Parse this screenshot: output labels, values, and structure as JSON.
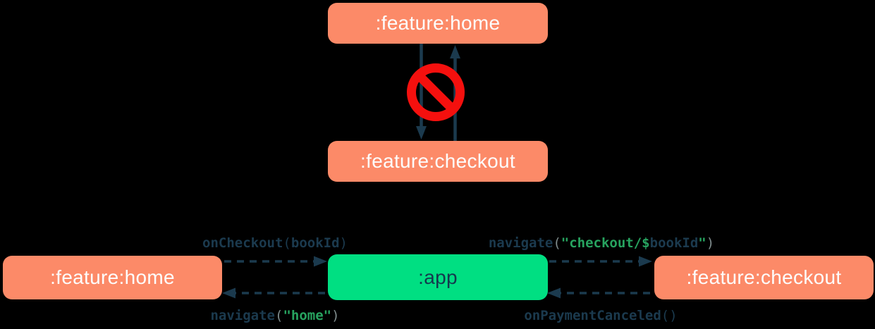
{
  "colors": {
    "background": "#000000",
    "feature_box": "#FC8A68",
    "app_box": "#00DF82",
    "arrow_navy": "#1B3A4E",
    "forbidden_red": "#F5100E",
    "code_navy": "#1B3A4E",
    "code_green": "#27A35F",
    "code_gray": "#7F8C8D",
    "feature_box_text": "#FDFDFD",
    "app_box_text": "#14394E"
  },
  "icons": {
    "forbidden": "no-entry-icon"
  },
  "modules": {
    "top": {
      "home": ":feature:home",
      "checkout": ":feature:checkout"
    },
    "bottom": {
      "home": ":feature:home",
      "app": ":app",
      "checkout": ":feature:checkout"
    }
  },
  "code": {
    "on_checkout": {
      "fn": "onCheckout",
      "open": "(",
      "arg": "bookId",
      "close": ")"
    },
    "navigate_checkout": {
      "fn": "navigate",
      "open": "(",
      "str1": "\"checkout/$",
      "var": "bookId",
      "str2": "\"",
      "close": ")"
    },
    "navigate_home": {
      "fn": "navigate",
      "open": "(",
      "str": "\"home\"",
      "close": ")"
    },
    "on_payment_canceled": {
      "fn": "onPaymentCanceled",
      "parens": "()"
    }
  }
}
